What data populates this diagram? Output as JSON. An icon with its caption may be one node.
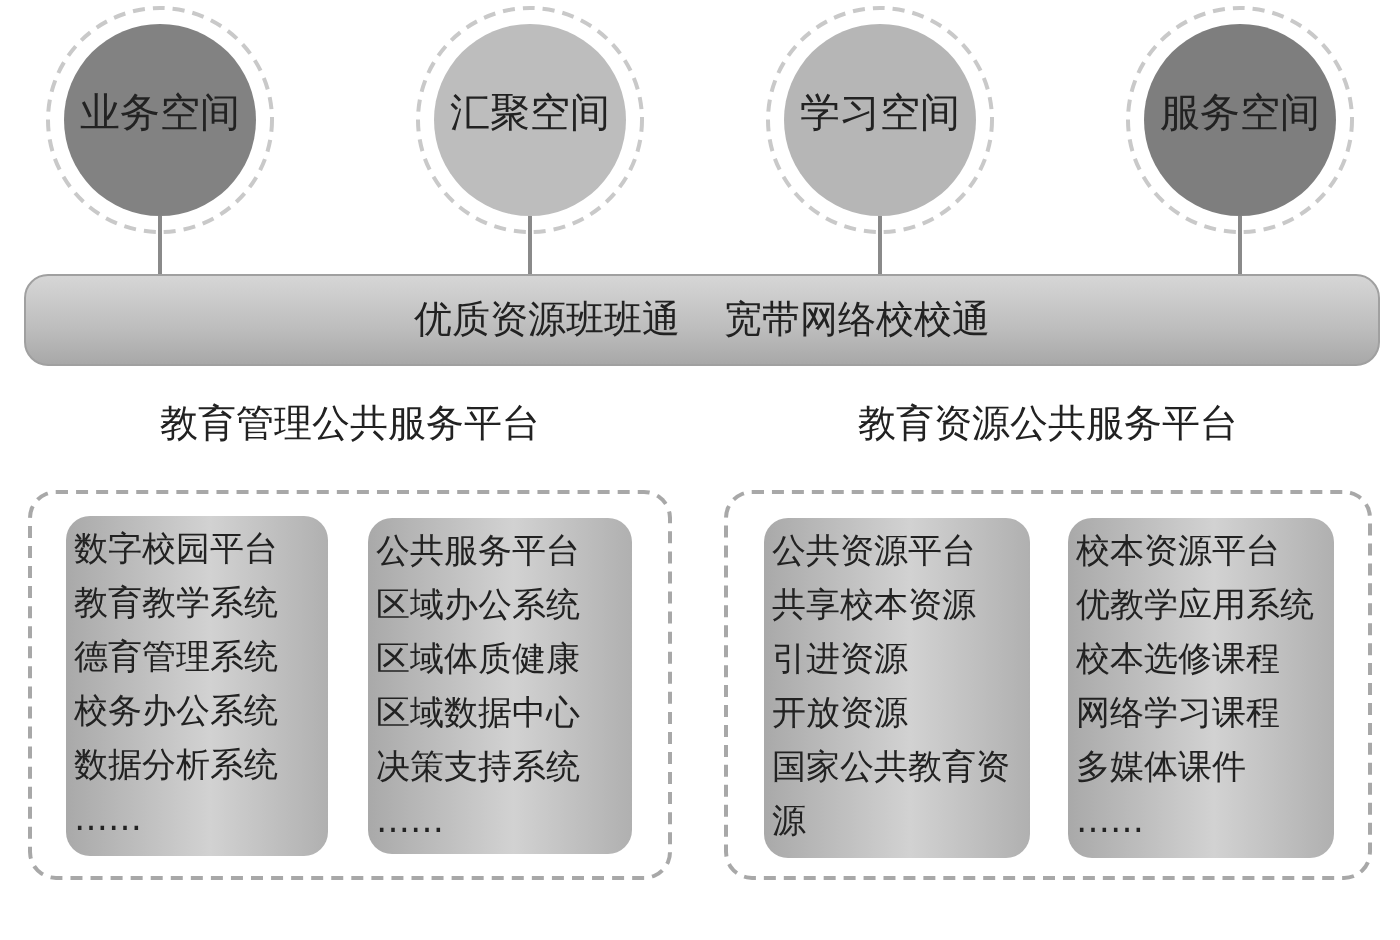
{
  "diagram": {
    "nodes": [
      {
        "text": [
          "业务空间"
        ]
      },
      {
        "text": [
          "汇聚空间"
        ]
      },
      {
        "text": [
          "学习空间"
        ]
      },
      {
        "text": [
          "服务空间"
        ]
      },
      {
        "text": [
          "优质资源班班通",
          "宽带网络校校通"
        ]
      },
      {
        "text": [
          "教育管理公共服务平台"
        ]
      },
      {
        "text": [
          "数字校园平台",
          "教育教学系统",
          "德育管理系统",
          "校务办公系统",
          "数据分析系统",
          "……"
        ],
        "in": 5
      },
      {
        "text": [
          "公共服务平台",
          "区域办公系统",
          "区域体质健康",
          "区域数据中心",
          "决策支持系统",
          "……"
        ],
        "in": 5
      },
      {
        "text": [
          "教育资源公共服务平台"
        ]
      },
      {
        "text": [
          "公共资源平台",
          "共享校本资源",
          "引进资源",
          "开放资源",
          "国家公共教育资源"
        ],
        "in": 8
      },
      {
        "text": [
          "校本资源平台",
          "优教学应用系统",
          "校本选修课程",
          "网络学习课程",
          "多媒体课件",
          "……"
        ],
        "in": 8
      }
    ],
    "edges": [
      {
        "from": 0,
        "to": 4,
        "arrow": "none"
      },
      {
        "from": 1,
        "to": 4,
        "arrow": "none"
      },
      {
        "from": 2,
        "to": 4,
        "arrow": "none"
      },
      {
        "from": 3,
        "to": 4,
        "arrow": "none"
      }
    ]
  }
}
